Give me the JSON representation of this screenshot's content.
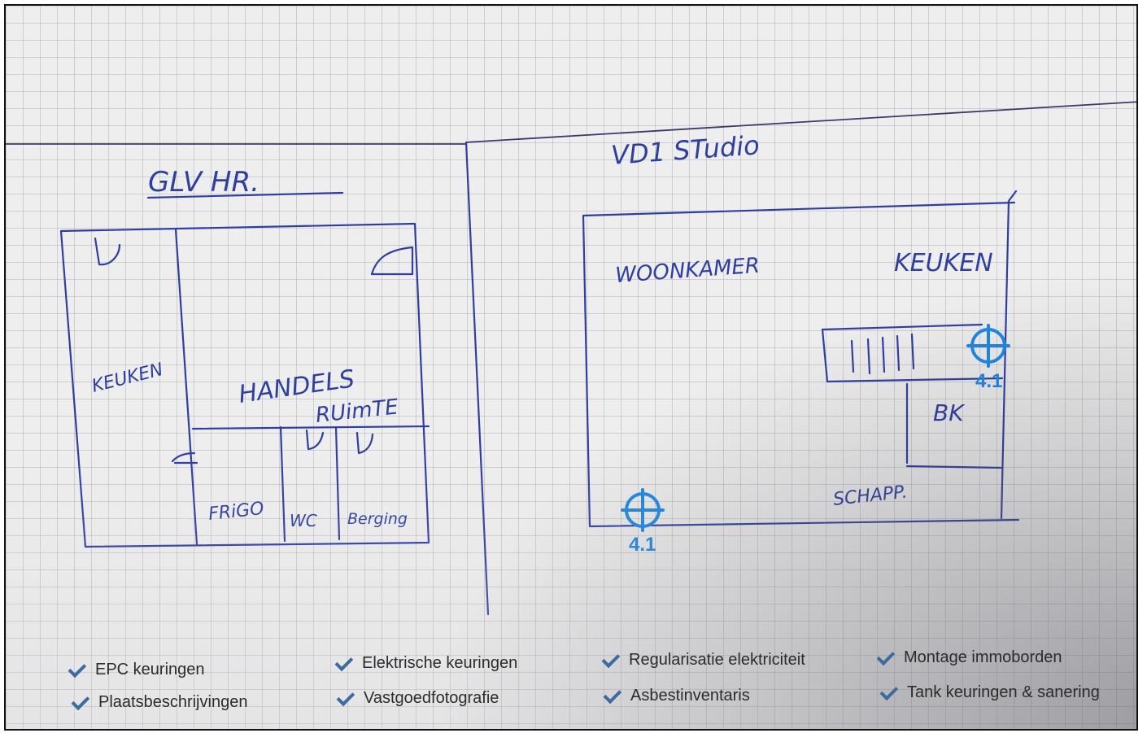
{
  "plan_left": {
    "title": "GLV HR.",
    "rooms": {
      "keuken": "KEUKEN",
      "handels": "HANDELS",
      "ruimte": "RUimTE",
      "frigo": "FRiGO",
      "wc": "WC",
      "berging": "Berging"
    }
  },
  "plan_right": {
    "title": "VD1 STudio",
    "rooms": {
      "woonkamer": "WOONKAMER",
      "keuken": "KEUKEN",
      "bk": "BK",
      "schapp": "SCHAPP."
    }
  },
  "markers": [
    {
      "label": "4.1"
    },
    {
      "label": "4.1"
    }
  ],
  "services": [
    {
      "label": "EPC keuringen",
      "icon": "check-icon"
    },
    {
      "label": "Plaatsbeschrijvingen",
      "icon": "check-icon"
    },
    {
      "label": "Elektrische keuringen",
      "icon": "check-icon"
    },
    {
      "label": "Vastgoedfotografie",
      "icon": "check-icon"
    },
    {
      "label": "Regularisatie elektriciteit",
      "icon": "check-icon"
    },
    {
      "label": "Asbestinventaris",
      "icon": "check-icon"
    },
    {
      "label": "Montage immoborden",
      "icon": "check-icon"
    },
    {
      "label": "Tank keuringen & sanering",
      "icon": "check-icon"
    }
  ],
  "colors": {
    "ink": "#2f3f9e",
    "marker": "#1e88e5",
    "check": "#3f6aa0",
    "paper": "#eeeeee"
  }
}
